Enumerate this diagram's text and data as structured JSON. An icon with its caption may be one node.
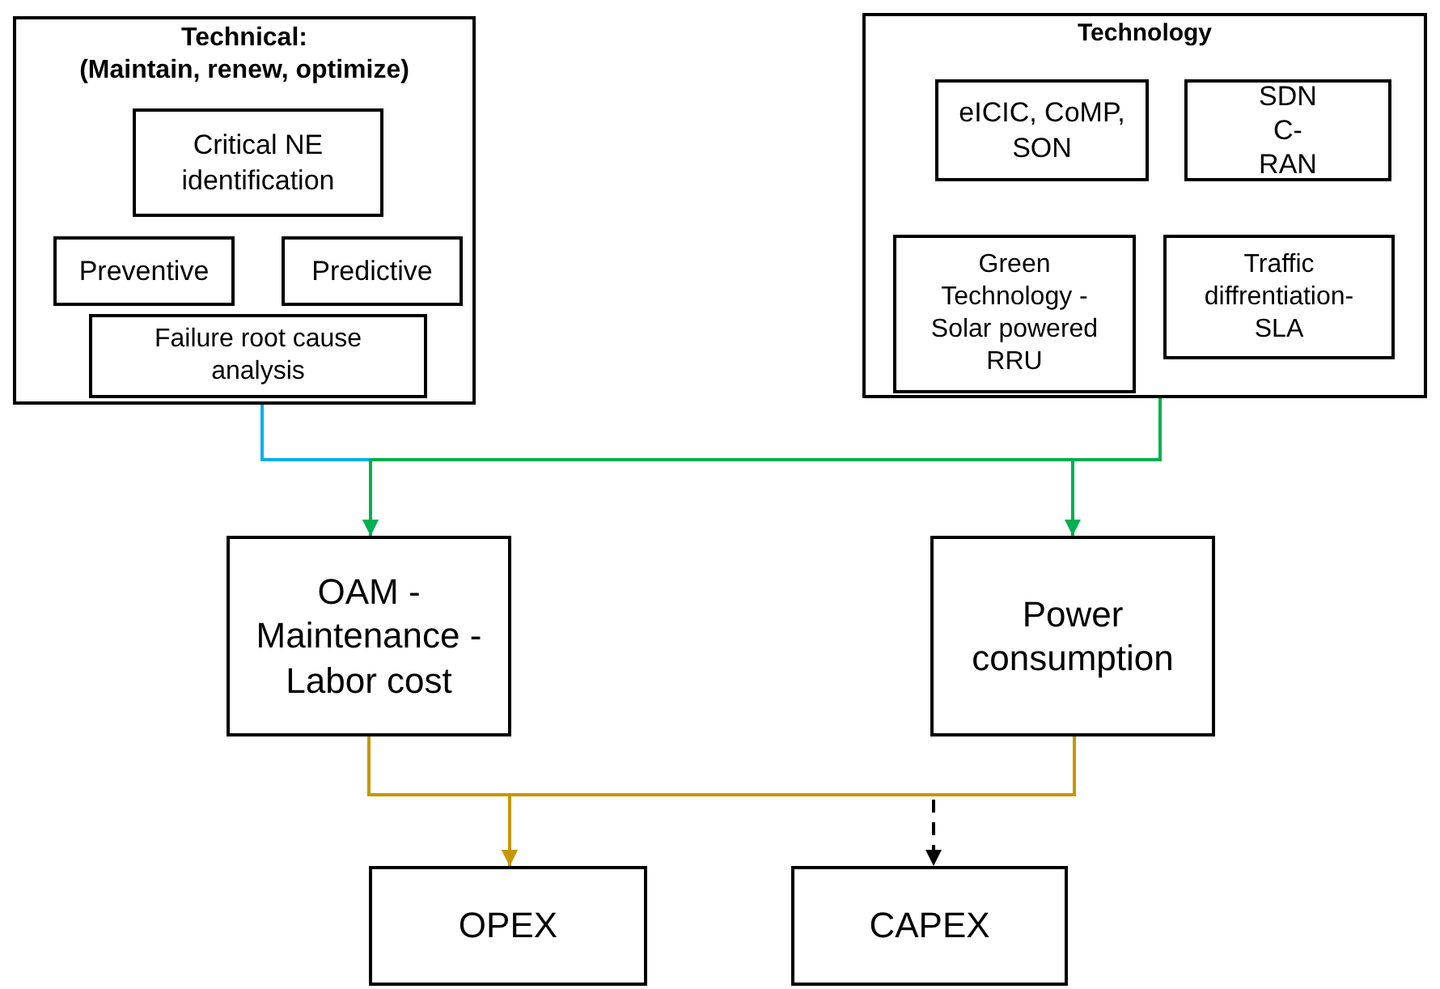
{
  "diagram": {
    "nodes": [
      {
        "text": [
          "Technical:",
          "(Maintain, renew, optimize)"
        ]
      },
      {
        "text": [
          "Critical NE identification"
        ],
        "in": 0
      },
      {
        "text": [
          "Preventive"
        ],
        "in": 0
      },
      {
        "text": [
          "Predictive"
        ],
        "in": 0
      },
      {
        "text": [
          "Failure root cause analysis"
        ],
        "in": 0
      },
      {
        "text": [
          "Technology"
        ]
      },
      {
        "text": [
          "eICIC, CoMP, SON"
        ],
        "in": 5
      },
      {
        "text": [
          "SDN C-RAN"
        ],
        "in": 5
      },
      {
        "text": [
          "Green Technology - Solar powered RRU"
        ],
        "in": 5
      },
      {
        "text": [
          "Traffic diffrentiation-SLA"
        ],
        "in": 5
      },
      {
        "text": [
          "OAM - Maintenance - Labor cost"
        ]
      },
      {
        "text": [
          "Power consumption"
        ]
      },
      {
        "text": [
          "OPEX"
        ]
      },
      {
        "text": [
          "CAPEX"
        ]
      }
    ],
    "edges": [
      {
        "from": 0,
        "to": 10,
        "arrow": "to",
        "color": "#00b0f0"
      },
      {
        "from": 5,
        "to": 10,
        "arrow": "to",
        "color": "#00b050"
      },
      {
        "from": 5,
        "to": 11,
        "arrow": "to",
        "color": "#00b050"
      },
      {
        "from": 11,
        "to": 13,
        "arrow": "to",
        "style": "dashed",
        "color": "#000000"
      },
      {
        "from": 10,
        "to": 12,
        "arrow": "to",
        "color": "#c89600"
      },
      {
        "from": 11,
        "to": 12,
        "arrow": "to",
        "color": "#c89600"
      }
    ]
  }
}
